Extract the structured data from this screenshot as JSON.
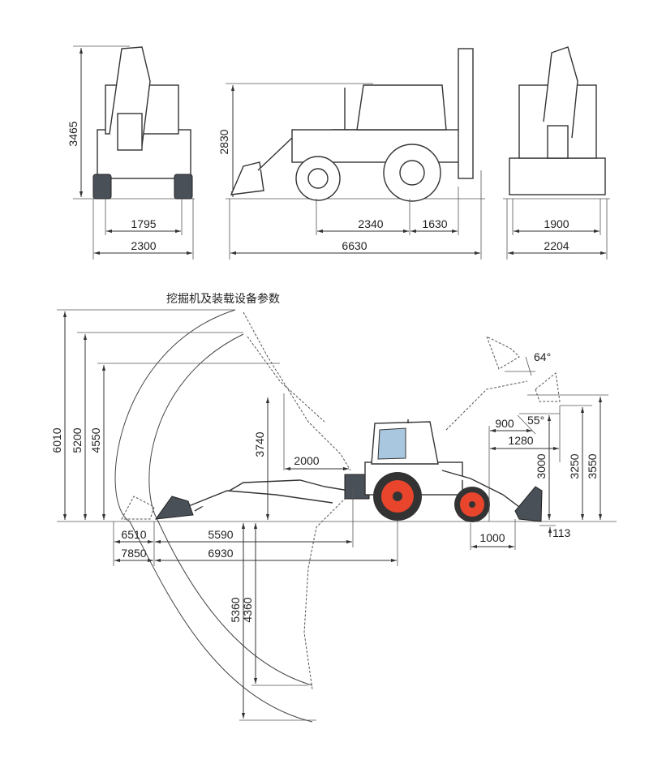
{
  "top_views": {
    "front_view": {
      "height": "3465",
      "track_width": "1795",
      "overall_width": "2300"
    },
    "side_view": {
      "height": "2830",
      "wheelbase": "2340",
      "rear_overhang": "1630",
      "overall_length": "6630"
    },
    "rear_view": {
      "track_width": "1900",
      "overall_width": "2204"
    }
  },
  "working_diagram": {
    "title": "挖掘机及装载设备参数",
    "backhoe": {
      "max_reach_height": "6010",
      "height_2": "5200",
      "height_3": "4550",
      "dump_height": "3740",
      "dump_reach": "2000",
      "reach_1": "6510",
      "reach_2": "5590",
      "reach_3": "7850",
      "reach_4": "6930",
      "dig_depth_1": "5360",
      "dig_depth_2": "4360"
    },
    "loader": {
      "rollback_angle": "64°",
      "dump_angle": "55°",
      "dump_reach_1": "900",
      "dump_reach_2": "1280",
      "dump_height": "3000",
      "height_2": "3250",
      "pin_height": "3550",
      "dig_depth": "113",
      "front_overhang": "1000"
    }
  },
  "colors": {
    "wheel": "#e8452c",
    "bucket": "#4a5058",
    "line": "#333333"
  }
}
